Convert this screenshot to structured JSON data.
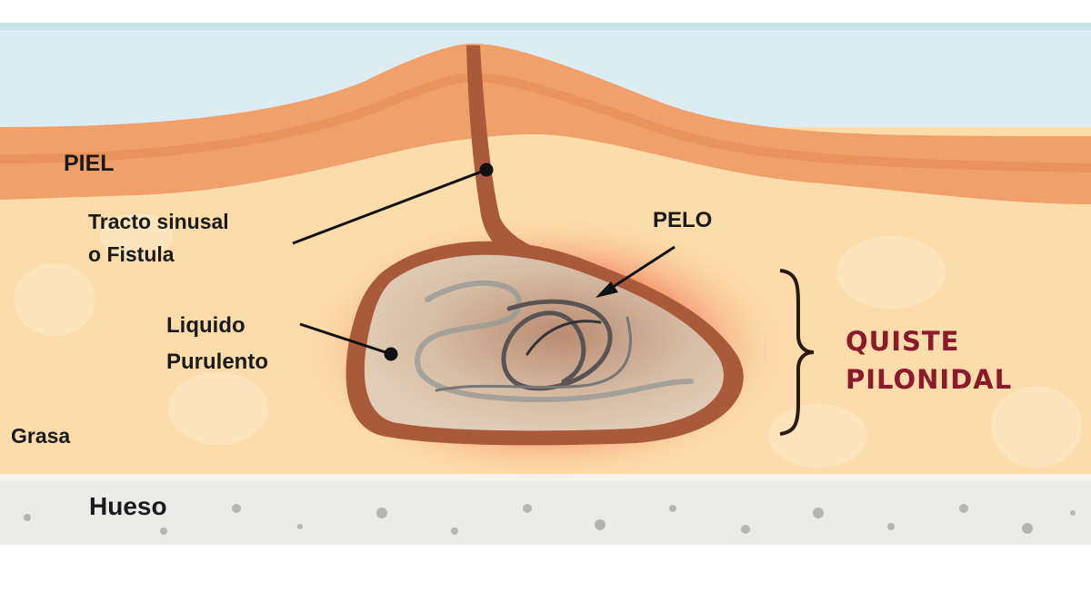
{
  "labels": {
    "skin": "PIEL",
    "tract_line1": "Tracto sinusal",
    "tract_line2": "o Fistula",
    "hair": "PELO",
    "pus_line1": "Liquido",
    "pus_line2": "Purulento",
    "fat": "Grasa",
    "bone": "Hueso"
  },
  "title": {
    "line1": "QUISTE",
    "line2": "PILONIDAL",
    "color": "#8b1a2a"
  },
  "colors": {
    "sky": "#dcecf3",
    "skin": "#f0a06a",
    "fat": "#fbdcaa",
    "bone": "#ebebea",
    "cyst": "#d9bfa6",
    "wall": "#a85a3a"
  }
}
